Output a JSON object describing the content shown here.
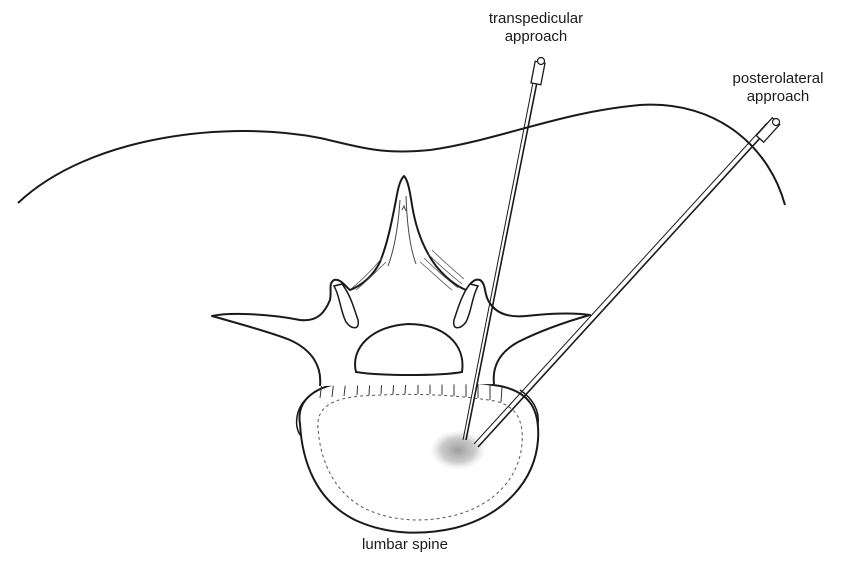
{
  "labels": {
    "transpedicular": {
      "line1": "transpedicular",
      "line2": "approach"
    },
    "posterolateral": {
      "line1": "posterolateral",
      "line2": "approach"
    },
    "caption": "lumbar spine"
  },
  "colors": {
    "ink": "#1a1a1a",
    "lesion": "#9a9a9a",
    "background": "#ffffff"
  }
}
